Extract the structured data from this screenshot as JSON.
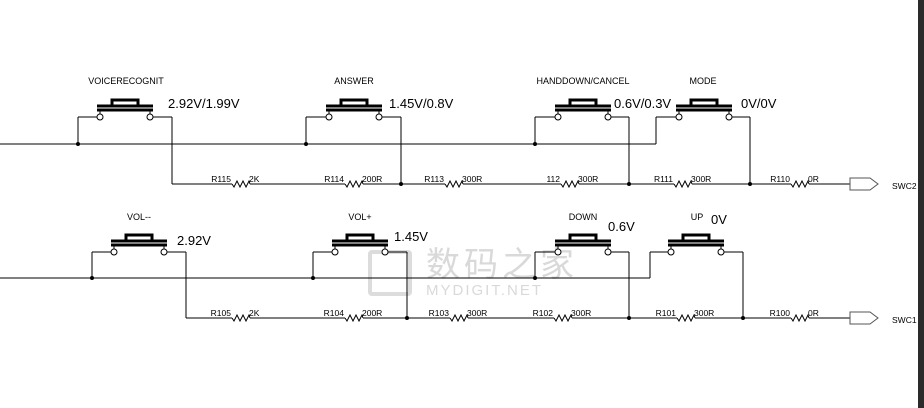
{
  "rows": [
    {
      "output_label": "SWC2",
      "switches": [
        {
          "label": "VOICERECOGNIT",
          "voltage": "2.92V/1.99V"
        },
        {
          "label": "ANSWER",
          "voltage": "1.45V/0.8V"
        },
        {
          "label": "HANDDOWN/CANCEL",
          "voltage": "0.6V/0.3V"
        },
        {
          "label": "MODE",
          "voltage": "0V/0V"
        }
      ],
      "resistors": [
        {
          "ref": "R115",
          "value": "2K"
        },
        {
          "ref": "R114",
          "value": "200R"
        },
        {
          "ref": "R113",
          "value": "300R"
        },
        {
          "ref": "112",
          "value": "300R"
        },
        {
          "ref": "R111",
          "value": "300R"
        },
        {
          "ref": "R110",
          "value": "0R"
        }
      ]
    },
    {
      "output_label": "SWC1",
      "switches": [
        {
          "label": "VOL--",
          "voltage": "2.92V"
        },
        {
          "label": "VOL+",
          "voltage": "1.45V"
        },
        {
          "label": "DOWN",
          "voltage": "0.6V"
        },
        {
          "label": "UP",
          "voltage": "0V"
        }
      ],
      "resistors": [
        {
          "ref": "R105",
          "value": "2K"
        },
        {
          "ref": "R104",
          "value": "200R"
        },
        {
          "ref": "R103",
          "value": "300R"
        },
        {
          "ref": "R102",
          "value": "300R"
        },
        {
          "ref": "R101",
          "value": "300R"
        },
        {
          "ref": "R100",
          "value": "0R"
        }
      ]
    }
  ],
  "watermark": {
    "chinese": "数码之家",
    "english": "MYDIGIT.NET"
  }
}
